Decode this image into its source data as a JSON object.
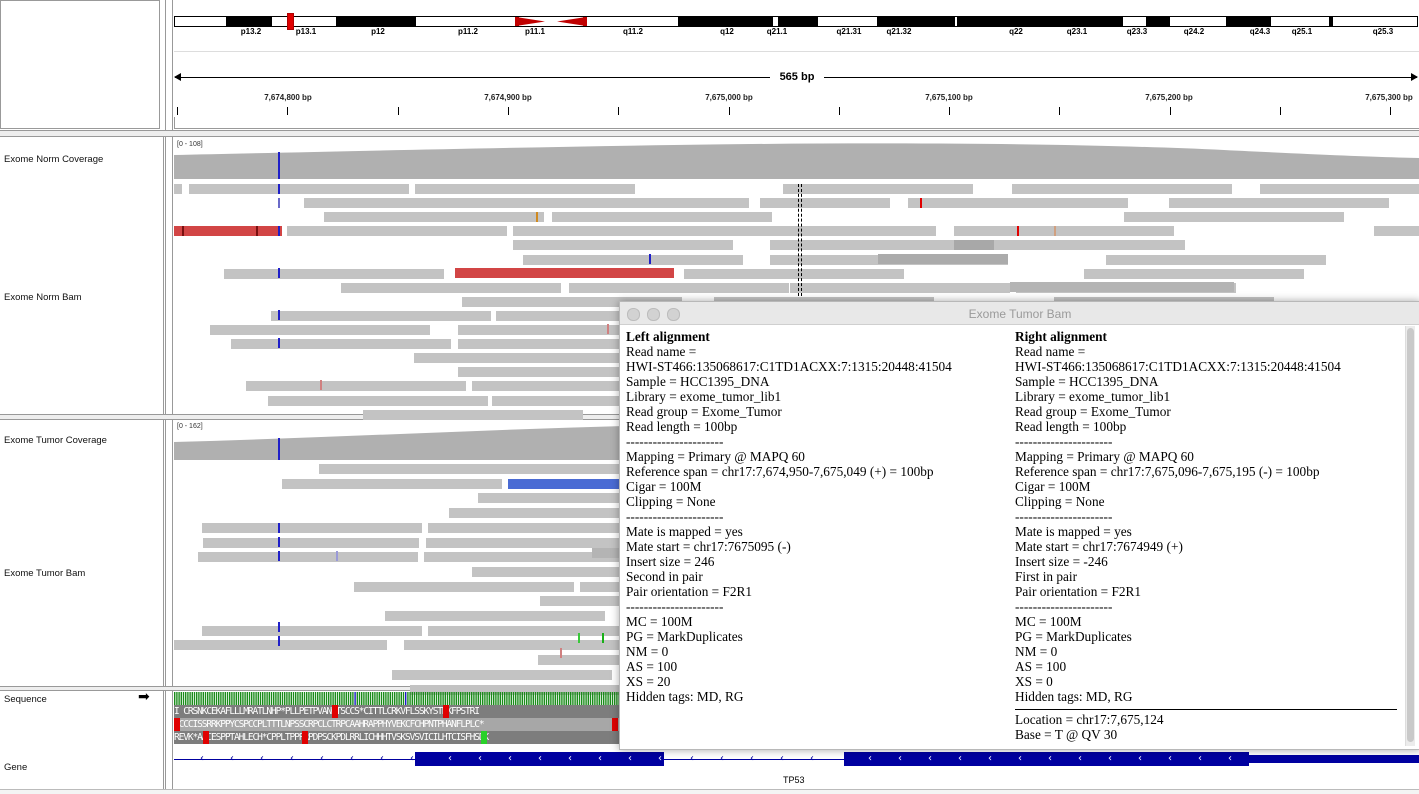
{
  "ideogram": {
    "bands": [
      "p13.2",
      "p13.1",
      "p12",
      "p11.2",
      "p11.1",
      "q11.2",
      "q12",
      "q21.1",
      "q21.31",
      "q21.32",
      "q22",
      "q23.1",
      "q23.3",
      "q24.2",
      "q24.3",
      "q25.1",
      "q25.3"
    ]
  },
  "ruler": {
    "span": "565 bp",
    "ticks": [
      "7,674,800 bp",
      "7,674,900 bp",
      "7,675,000 bp",
      "7,675,100 bp",
      "7,675,200 bp",
      "7,675,300 bp"
    ]
  },
  "tracks": {
    "norm_coverage": {
      "name": "Exome Norm Coverage",
      "range": "[0 - 108]"
    },
    "norm_bam": {
      "name": "Exome Norm Bam"
    },
    "tumor_coverage": {
      "name": "Exome Tumor Coverage",
      "range": "[0 - 162]"
    },
    "tumor_bam": {
      "name": "Exome Tumor Bam"
    },
    "sequence": {
      "name": "Sequence",
      "arrow": "➡"
    },
    "gene": {
      "name": "Gene",
      "label": "TP53"
    }
  },
  "amino_acids": {
    "frame1": "I CRSNKCEKAFLLLMRATLNHP*PLLPETPVANCTSCCS*CITTLCRKVFLSSKYSTRKFPSTRI",
    "frame2": "*CCCISSRRKPPYCSPCCPLTTTLNPSSCRPCLCTRPCAAHRAPPHYVEKCFCHPNTPHANFLPLC*",
    "frame3": "REVK*AACESPPTAHLECH*CPPLTPPPRPDPSCKPDLRRLICHHHTVSKSVSVICILHTCISFHSDK"
  },
  "popup": {
    "title": "Exome Tumor Bam",
    "left": [
      "Left alignment",
      "Read name =",
      "HWI-ST466:135068617:C1TD1ACXX:7:1315:20448:41504",
      "Sample = HCC1395_DNA",
      "Library = exome_tumor_lib1",
      "Read group = Exome_Tumor",
      "Read length = 100bp",
      "----------------------",
      "Mapping = Primary @ MAPQ 60",
      "Reference span = chr17:7,674,950-7,675,049 (+) = 100bp",
      "Cigar = 100M",
      "Clipping = None",
      "----------------------",
      "Mate is mapped = yes",
      "Mate start = chr17:7675095 (-)",
      "Insert size = 246",
      "Second in pair",
      "Pair orientation = F2R1",
      "----------------------",
      "MC = 100M",
      "PG = MarkDuplicates",
      "NM = 0",
      "AS = 100",
      "XS = 20",
      "Hidden tags: MD, RG"
    ],
    "right": [
      "Right alignment",
      "Read name =",
      "HWI-ST466:135068617:C1TD1ACXX:7:1315:20448:41504",
      "Sample = HCC1395_DNA",
      "Library = exome_tumor_lib1",
      "Read group = Exome_Tumor",
      "Read length = 100bp",
      "----------------------",
      "Mapping = Primary @ MAPQ 60",
      "Reference span = chr17:7,675,096-7,675,195 (-) = 100bp",
      "Cigar = 100M",
      "Clipping = None",
      "----------------------",
      "Mate is mapped = yes",
      "Mate start = chr17:7674949 (+)",
      "Insert size = -246",
      "First in pair",
      "Pair orientation = F2R1",
      "----------------------",
      "MC = 100M",
      "PG = MarkDuplicates",
      "NM = 0",
      "AS = 100",
      "XS = 0",
      "Hidden tags: MD, RG"
    ],
    "location": "Location = chr17:7,675,124",
    "base": "Base = T @ QV 30"
  },
  "colors": {
    "read": "#c3c3c3",
    "coverage": "#b0b0b0",
    "gene": "#0000a0",
    "mismatch_blue": "#1f1fc8",
    "discordant_red": "#d24545",
    "centromere": "#e00000"
  }
}
